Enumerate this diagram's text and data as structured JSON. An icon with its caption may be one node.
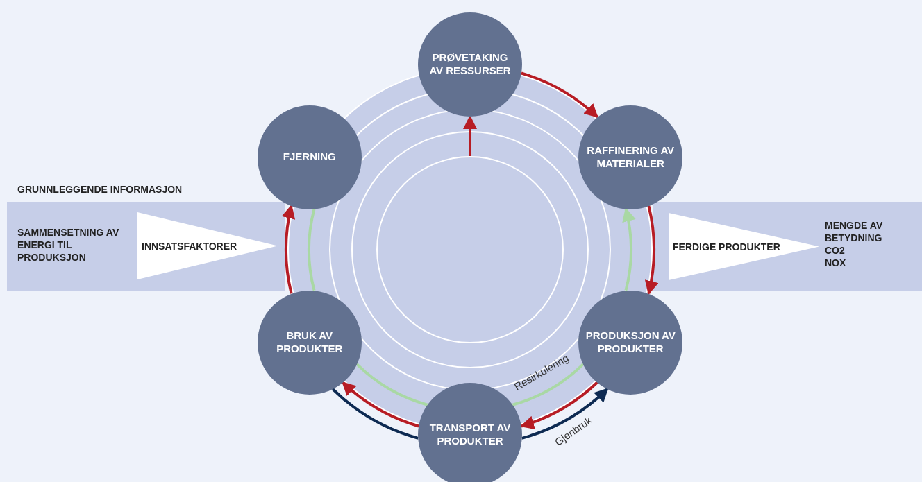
{
  "diagram": {
    "nodes": [
      {
        "text": [
          "PRØVETAKING AV RESSURSER"
        ]
      },
      {
        "text": [
          "FJERNING"
        ]
      },
      {
        "text": [
          "RAFFINERING AV MATERIALER"
        ]
      },
      {
        "text": [
          "GRUNNLEGGENDE INFORMASJON",
          "SAMMENSETNING AV ENERGI TIL PRODUKSJON"
        ]
      },
      {
        "text": [
          "INNSATSFAKTORER"
        ],
        "in": 3
      },
      {
        "text": [
          "MENGDE AV BETYDNING",
          "CO2",
          "NOX"
        ]
      },
      {
        "text": [
          "FERDIGE PRODUKTER"
        ],
        "in": 5
      },
      {
        "text": [
          "BRUK AV PRODUKTER"
        ]
      },
      {
        "text": [
          "PRODUKSJON AV PRODUKTER"
        ]
      },
      {
        "text": [
          "TRANSPORT AV PRODUKTER"
        ]
      },
      {
        "text": [],
        "shape": "circle"
      }
    ],
    "edges": [
      {
        "from": 0,
        "to": 2,
        "arrow": "to"
      },
      {
        "from": 2,
        "to": 8,
        "arrow": "to"
      },
      {
        "from": 8,
        "to": 9,
        "arrow": "to"
      },
      {
        "from": 9,
        "to": 7,
        "arrow": "to"
      },
      {
        "from": 7,
        "to": 1,
        "arrow": "to"
      },
      {
        "from": 10,
        "to": 0,
        "arrow": "to"
      },
      {
        "from": 1,
        "to": 7,
        "arrow": "none",
        "color": "#a9d8a4"
      },
      {
        "from": 7,
        "to": 9,
        "arrow": "none",
        "color": "#a9d8a4"
      },
      {
        "from": 9,
        "to": 8,
        "arrow": "none",
        "color": "#a9d8a4",
        "label": "Resirkulering"
      },
      {
        "from": 8,
        "to": 2,
        "arrow": "to",
        "color": "#a9d8a4"
      },
      {
        "from": 7,
        "to": 9,
        "arrow": "none",
        "color": "#0d2a52"
      },
      {
        "from": 9,
        "to": 8,
        "arrow": "to",
        "color": "#0d2a52",
        "label": "Gjenbruk"
      }
    ]
  }
}
